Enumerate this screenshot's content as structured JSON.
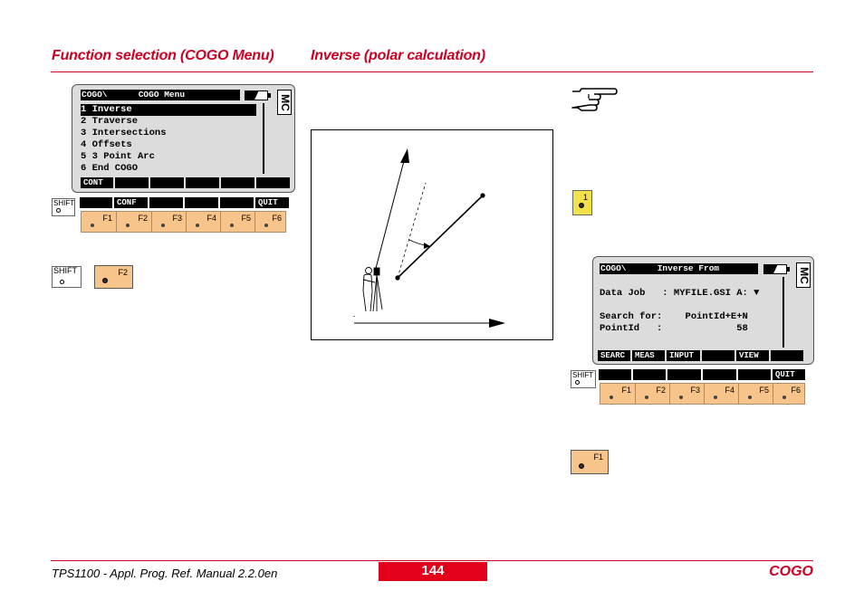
{
  "header": {
    "left_title": "Function selection (COGO Menu)",
    "right_title": "Inverse (polar calculation)"
  },
  "screen1": {
    "title": "COGO\\      COGO Menu",
    "mode_badge": "MC",
    "menu_items": [
      "1 Inverse",
      "2 Traverse",
      "3 Intersections",
      "4 Offsets",
      "5 3 Point Arc",
      "6 End COGO"
    ],
    "softkeys": [
      "CONT",
      "",
      "",
      "",
      "",
      ""
    ]
  },
  "keys1": {
    "shift_label": "SHIFT",
    "shift_softkeys": [
      "",
      "CONF",
      "",
      "",
      "",
      "QUIT"
    ],
    "fkeys": [
      "F1",
      "F2",
      "F3",
      "F4",
      "F5",
      "F6"
    ]
  },
  "keys_combo": {
    "shift_label": "SHIFT",
    "key_label": "F2"
  },
  "numkey": {
    "label": "1"
  },
  "screen2": {
    "title": "COGO\\      Inverse From",
    "mode_badge": "MC",
    "lines": [
      "Data Job   : MYFILE.GSI A: ▼",
      "",
      "Search for:    PointId+E+N",
      "PointId   :             58"
    ],
    "softkeys": [
      "SEARC",
      "MEAS",
      "INPUT",
      "",
      "VIEW",
      ""
    ]
  },
  "keys2": {
    "shift_label": "SHIFT",
    "shift_softkeys": [
      "",
      "",
      "",
      "",
      "",
      "QUIT"
    ],
    "fkeys": [
      "F1",
      "F2",
      "F3",
      "F4",
      "F5",
      "F6"
    ]
  },
  "f1key": {
    "label": "F1"
  },
  "footer": {
    "manual": "TPS1100 - Appl. Prog. Ref. Manual 2.2.0en",
    "page": "144",
    "section": "COGO"
  },
  "colors": {
    "accent_red": "#cc0022",
    "key_orange": "#f7c48c",
    "key_yellow": "#f1e24a",
    "lcd_gray": "#dcdcdc"
  }
}
